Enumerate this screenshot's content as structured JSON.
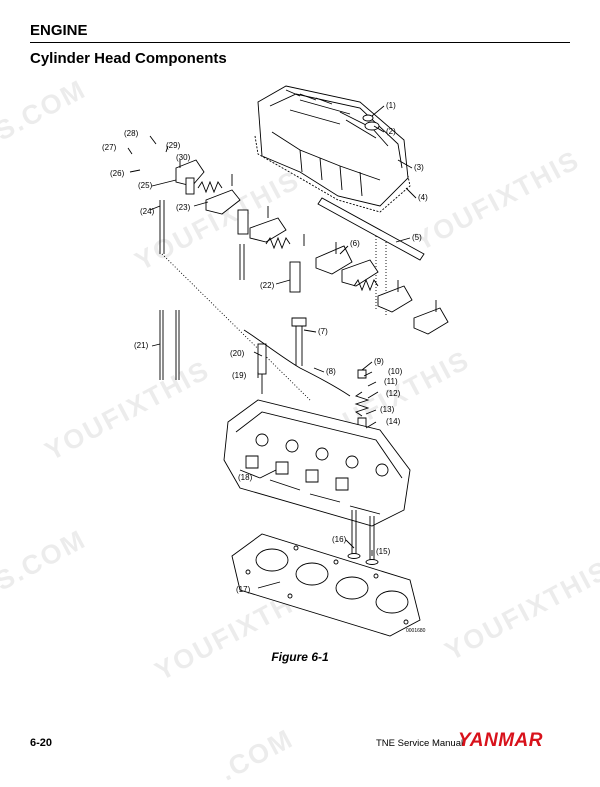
{
  "header": {
    "section": "ENGINE",
    "title": "Cylinder Head Components"
  },
  "figure": {
    "caption": "Figure 6-1",
    "code": "0001680",
    "callouts": [
      "(1)",
      "(2)",
      "(3)",
      "(4)",
      "(5)",
      "(6)",
      "(7)",
      "(8)",
      "(9)",
      "(10)",
      "(11)",
      "(12)",
      "(13)",
      "(14)",
      "(15)",
      "(16)",
      "(17)",
      "(18)",
      "(19)",
      "(20)",
      "(21)",
      "(22)",
      "(23)",
      "(24)",
      "(25)",
      "(26)",
      "(27)",
      "(28)",
      "(29)",
      "(30)"
    ]
  },
  "footer": {
    "page_number": "6-20",
    "manual_name": "TNE Service Manual",
    "brand": "YANMAR"
  },
  "watermark": {
    "text_a": "YOUFIXTHIS",
    "text_b": ".COM",
    "text_c": "S.COM"
  },
  "colors": {
    "brand": "#d8121b",
    "ink": "#000000"
  }
}
